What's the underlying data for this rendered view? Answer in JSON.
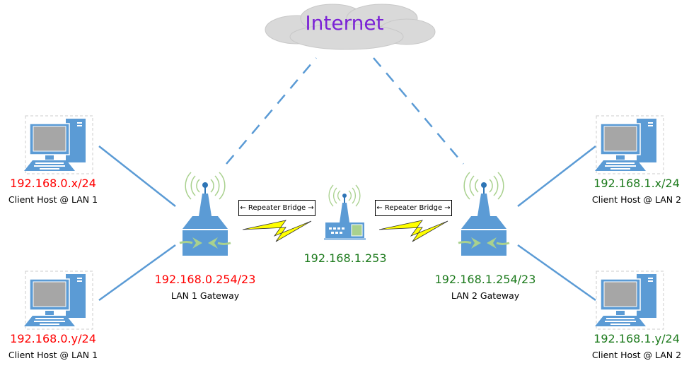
{
  "cloud": {
    "label": "Internet",
    "color": "#7b22d6",
    "icon": "cloud-icon"
  },
  "lan1": {
    "gateway": {
      "ip": "192.168.0.254/23",
      "caption": "LAN 1 Gateway",
      "icon": "wireless-router-icon"
    },
    "hosts": [
      {
        "ip": "192.168.0.x/24",
        "caption": "Client Host @ LAN 1",
        "icon": "desktop-computer-icon"
      },
      {
        "ip": "192.168.0.y/24",
        "caption": "Client Host @ LAN 1",
        "icon": "desktop-computer-icon"
      }
    ],
    "color": "#ff0000"
  },
  "lan2": {
    "gateway": {
      "ip": "192.168.1.254/23",
      "caption": "LAN 2 Gateway",
      "icon": "wireless-router-icon"
    },
    "hosts": [
      {
        "ip": "192.168.1.x/24",
        "caption": "Client Host @ LAN 2",
        "icon": "desktop-computer-icon"
      },
      {
        "ip": "192.168.1.y/24",
        "caption": "Client Host @ LAN 2",
        "icon": "desktop-computer-icon"
      }
    ],
    "color": "#1e7b1e"
  },
  "repeater": {
    "ip": "192.168.1.253",
    "icon": "wireless-access-point-icon"
  },
  "links": [
    {
      "label": "← Repeater Bridge →",
      "type": "wireless"
    },
    {
      "label": "← Repeater Bridge →",
      "type": "wireless"
    }
  ]
}
